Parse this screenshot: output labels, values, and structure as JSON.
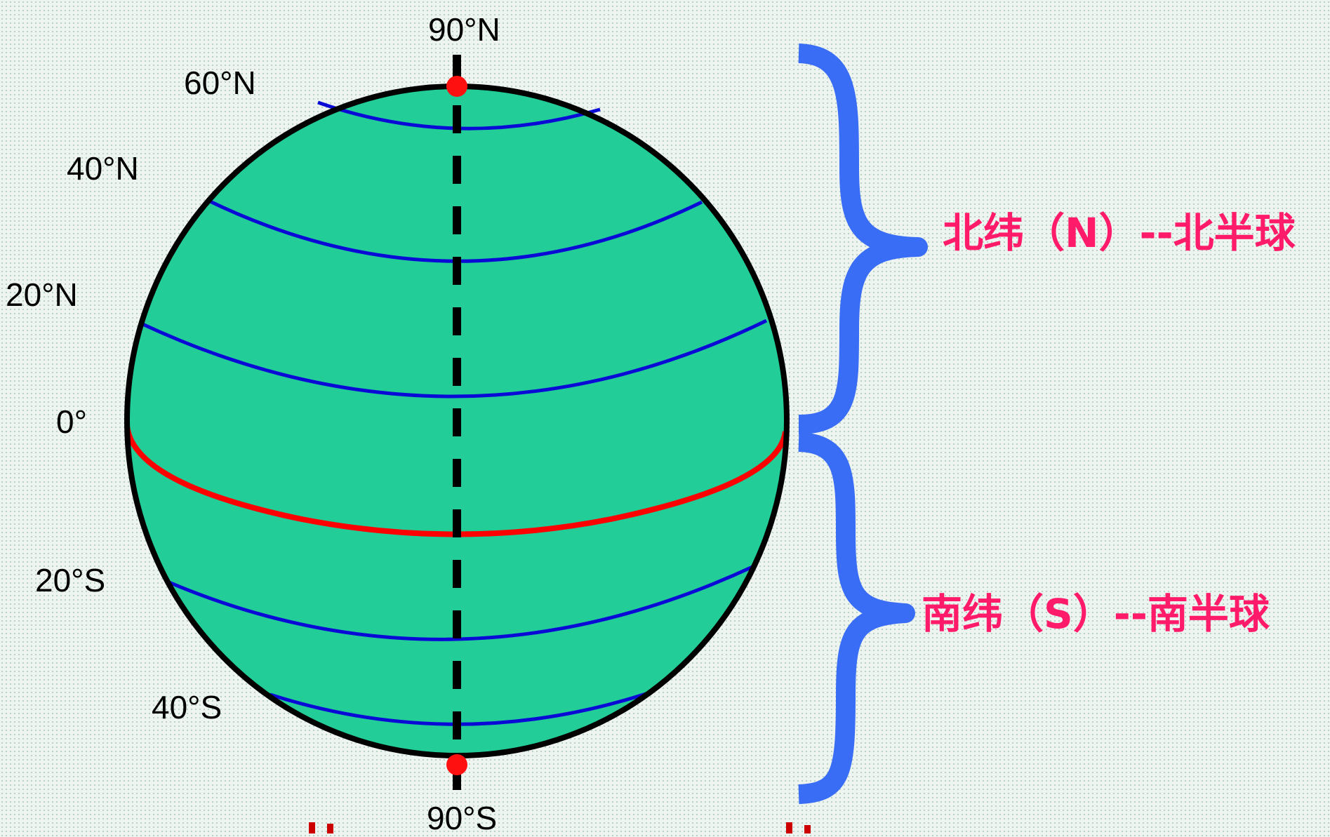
{
  "diagram": {
    "latitude_labels": {
      "north_pole": "90°N",
      "lat_60n": "60°N",
      "lat_40n": "40°N",
      "lat_20n": "20°N",
      "equator": "0°",
      "lat_20s": "20°S",
      "lat_40s": "40°S",
      "south_pole": "90°S"
    },
    "north_label": "北纬（N）--北半球",
    "south_label": "南纬（S）--南半球",
    "colors": {
      "globe_fill": "#22cd98",
      "outline": "#000000",
      "parallel": "#0a0ad6",
      "equator": "#ff0000",
      "pole_dot": "#ff1010",
      "brace": "#3a6df5",
      "hemisphere_text": "#ff1a6a",
      "bottom_fragment": "#cc0000"
    }
  }
}
